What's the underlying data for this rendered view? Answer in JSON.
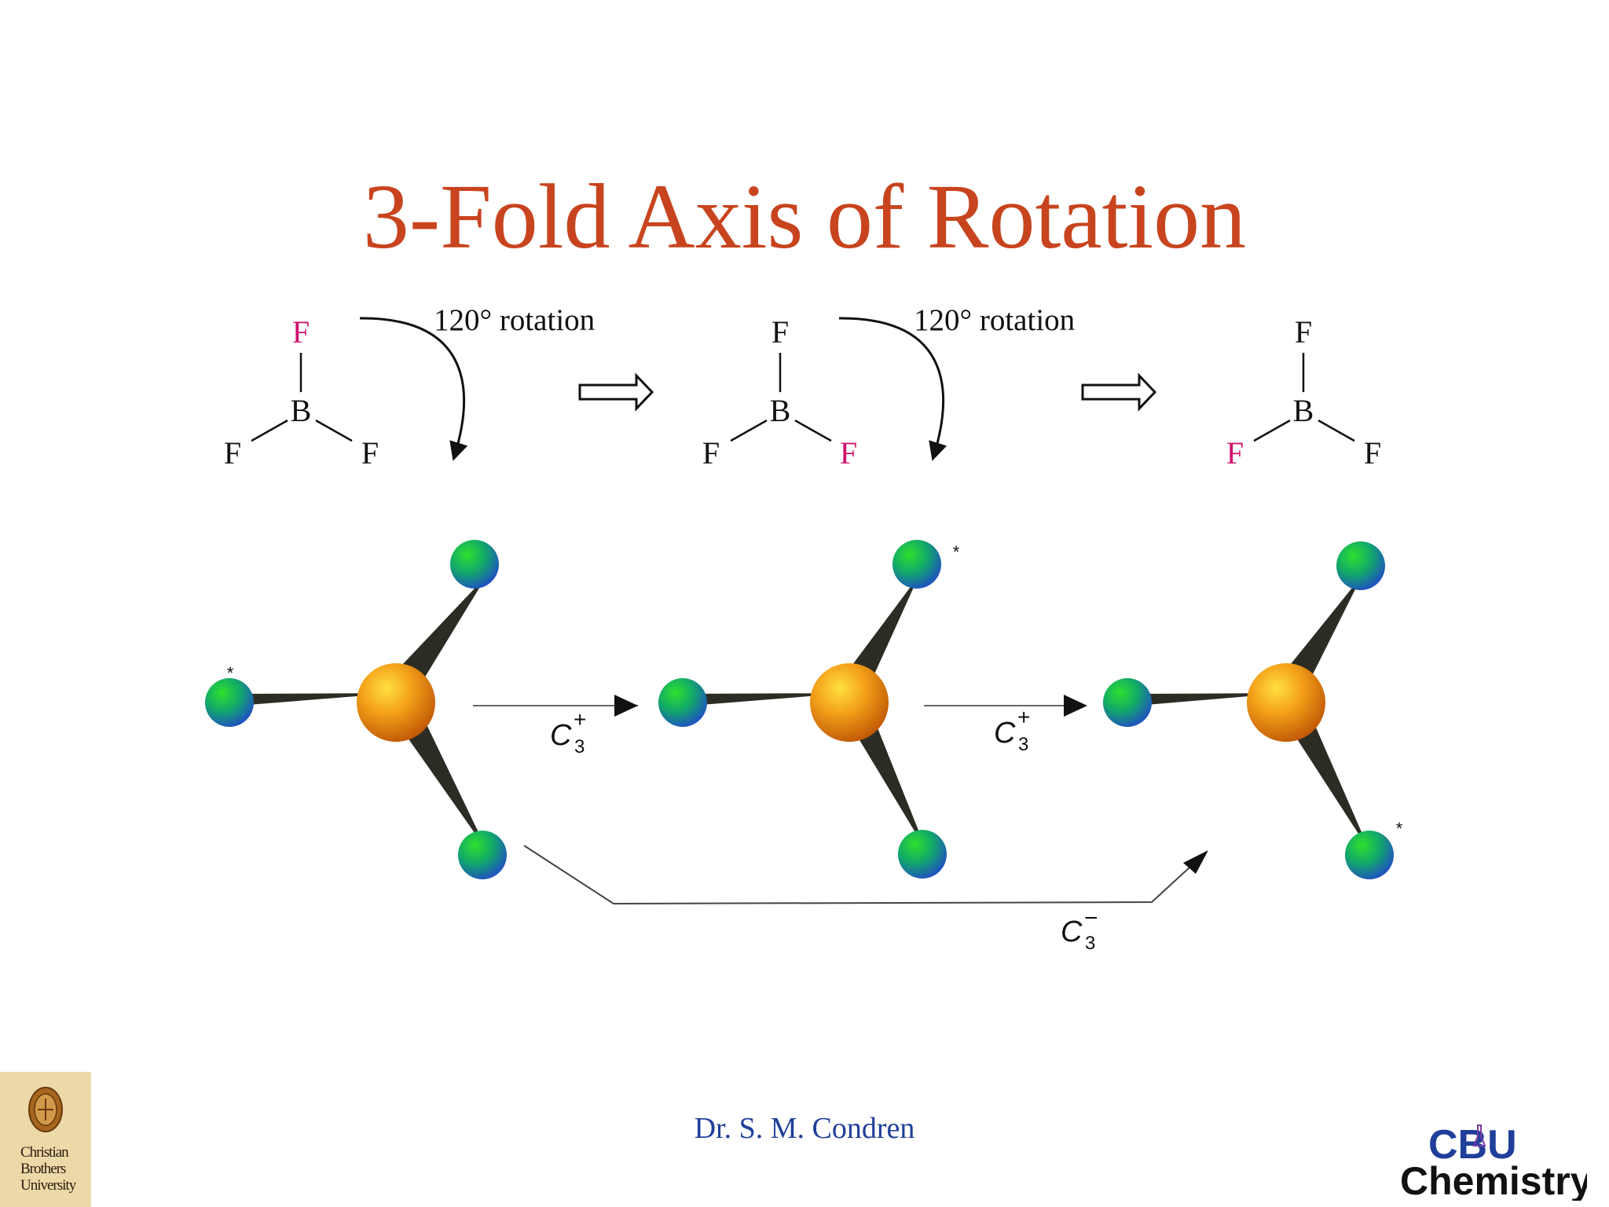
{
  "slide": {
    "title": "3-Fold Axis of Rotation",
    "author": "Dr. S. M. Condren"
  },
  "colors": {
    "title": "#c8441e",
    "author": "#1f3f9a",
    "highlight_atom": "#d0106c",
    "central_atom": "#f09a10",
    "ligand_atom": "#1a9a66"
  },
  "top_diagram": {
    "rotation_label": "120° rotation",
    "molecules": [
      {
        "center": "B",
        "top": "F",
        "left": "F",
        "right": "F",
        "marked": "top"
      },
      {
        "center": "B",
        "top": "F",
        "left": "F",
        "right": "F",
        "marked": "right"
      },
      {
        "center": "B",
        "top": "F",
        "left": "F",
        "right": "F",
        "marked": "left"
      }
    ]
  },
  "bottom_diagram": {
    "marker": "*",
    "operations": [
      {
        "base": "C",
        "sub": "3",
        "sup": "+"
      },
      {
        "base": "C",
        "sub": "3",
        "sup": "+"
      },
      {
        "base": "C",
        "sub": "3",
        "sup": "−"
      }
    ]
  },
  "logos": {
    "left_lines": [
      "Christian",
      "Brothers",
      "University"
    ],
    "right_top": "CBU",
    "right_bottom": "Chemistry"
  }
}
